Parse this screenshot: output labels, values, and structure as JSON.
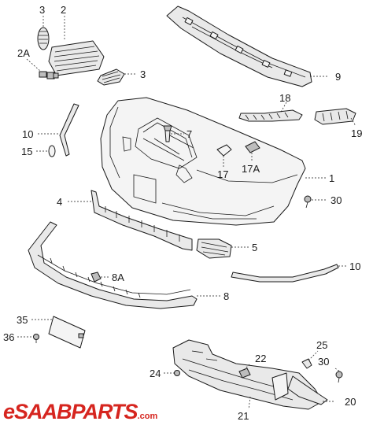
{
  "diagram": {
    "callouts": {
      "c1": "1",
      "c2": "2",
      "c2A": "2A",
      "c3a": "3",
      "c3b": "3",
      "c4": "4",
      "c5": "5",
      "c7": "7",
      "c8": "8",
      "c8A": "8A",
      "c9": "9",
      "c10a": "10",
      "c10b": "10",
      "c15": "15",
      "c17": "17",
      "c17A": "17A",
      "c18": "18",
      "c19": "19",
      "c20": "20",
      "c21": "21",
      "c22": "22",
      "c24": "24",
      "c25": "25",
      "c30a": "30",
      "c30b": "30",
      "c35": "35",
      "c36": "36"
    }
  },
  "brand": {
    "name": "eSAABPARTS",
    "tld": ".com",
    "color": "#d6251f"
  }
}
